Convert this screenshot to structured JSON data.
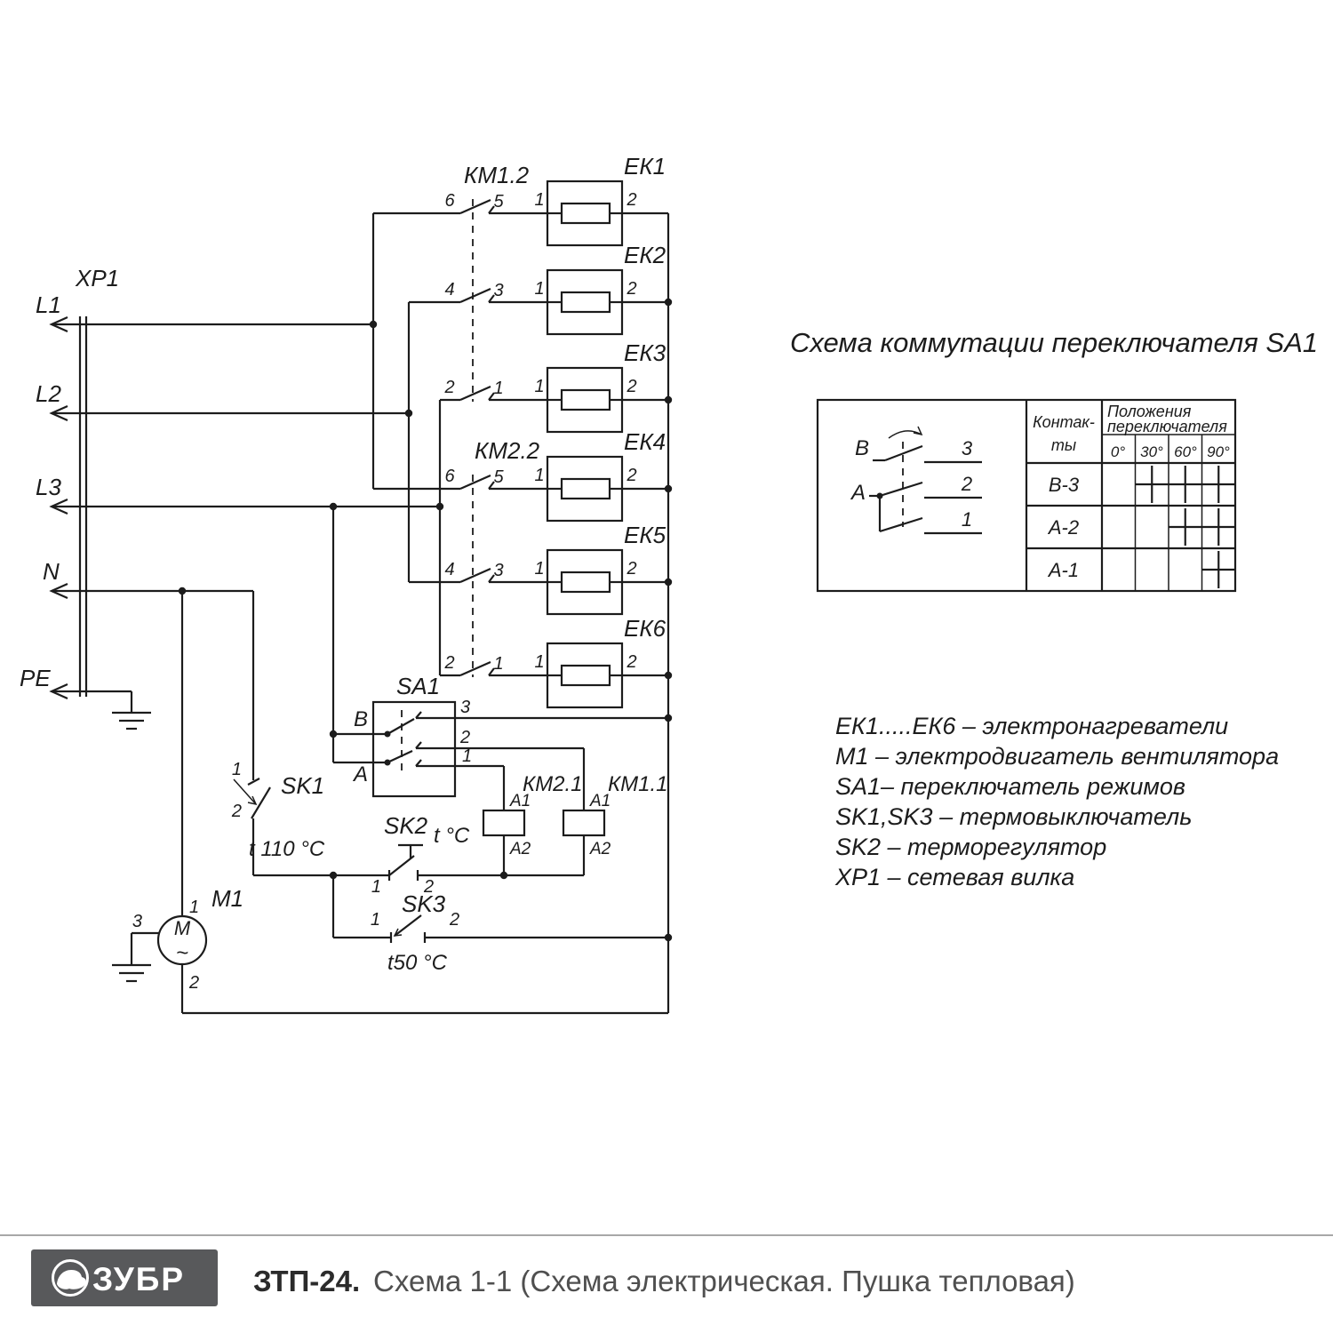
{
  "colors": {
    "ink": "#1c1c1c",
    "paper": "#ffffff",
    "footer_box": "#58595b",
    "footer_model": "#2b2b2b",
    "footer_subtitle": "#4f4f4f",
    "divider": "#a8a8a8"
  },
  "plug": {
    "label": "ХР1",
    "l1": "L1",
    "l2": "L2",
    "l3": "L3",
    "n": "N",
    "pe": "PE"
  },
  "contact_groups": {
    "km12": {
      "label": "КМ1.2",
      "pairs": [
        [
          "6",
          "5"
        ],
        [
          "4",
          "3"
        ],
        [
          "2",
          "1"
        ]
      ]
    },
    "km22": {
      "label": "КМ2.2",
      "pairs": [
        [
          "6",
          "5"
        ],
        [
          "4",
          "3"
        ],
        [
          "2",
          "1"
        ]
      ]
    }
  },
  "heaters": {
    "items": [
      "ЕК1",
      "ЕК2",
      "ЕК3",
      "ЕК4",
      "ЕК5",
      "ЕК6"
    ],
    "term_left": "1",
    "term_right": "2"
  },
  "sa1": {
    "label": "SA1",
    "pole_top": "В",
    "pole_bottom": "А",
    "out_top": "3",
    "out_mid": "2",
    "out_bottom": "1"
  },
  "coils": {
    "km21": {
      "label": "КМ2.1",
      "a1": "А1",
      "a2": "А2"
    },
    "km11": {
      "label": "КМ1.1",
      "a1": "А1",
      "a2": "А2"
    }
  },
  "sk1": {
    "label": "SK1",
    "t1": "1",
    "t2": "2",
    "temp": "t 110 °C"
  },
  "sk2": {
    "label": "SK2",
    "t1": "1",
    "t2": "2",
    "temp": "t °C"
  },
  "sk3": {
    "label": "SK3",
    "t1": "1",
    "t2": "2",
    "temp": "t50 °C"
  },
  "motor": {
    "label": "М1",
    "letter": "M",
    "wave": "~",
    "t1": "1",
    "t2": "2",
    "t3": "3"
  },
  "panel": {
    "title": "Схема коммутации переключателя SA1",
    "table": {
      "contacts_header": [
        "Контак-",
        "ты"
      ],
      "positions_header": [
        "Положения",
        "переключателя"
      ],
      "angles": [
        "0°",
        "30°",
        "60°",
        "90°"
      ],
      "rows": [
        {
          "name": "В-3",
          "marks": [
            0,
            1,
            1,
            1
          ]
        },
        {
          "name": "А-2",
          "marks": [
            0,
            0,
            1,
            1
          ]
        },
        {
          "name": "А-1",
          "marks": [
            0,
            0,
            0,
            1
          ]
        }
      ],
      "pictogram": {
        "pole_top": "В",
        "pole_bottom": "А",
        "c3": "3",
        "c2": "2",
        "c1": "1"
      }
    },
    "legend": [
      "ЕК1.....ЕК6 – электронагреватели",
      "М1 – электродвигатель вентилятора",
      "SA1– переключатель режимов",
      "SK1,SK3  – термовыключатель",
      "SK2 – терморегулятор",
      "ХР1 – сетевая вилка"
    ]
  },
  "footer": {
    "logo": "ЗУБР",
    "model": "ЗТП-24.",
    "subtitle": "Схема 1-1 (Схема электрическая. Пушка тепловая)"
  }
}
